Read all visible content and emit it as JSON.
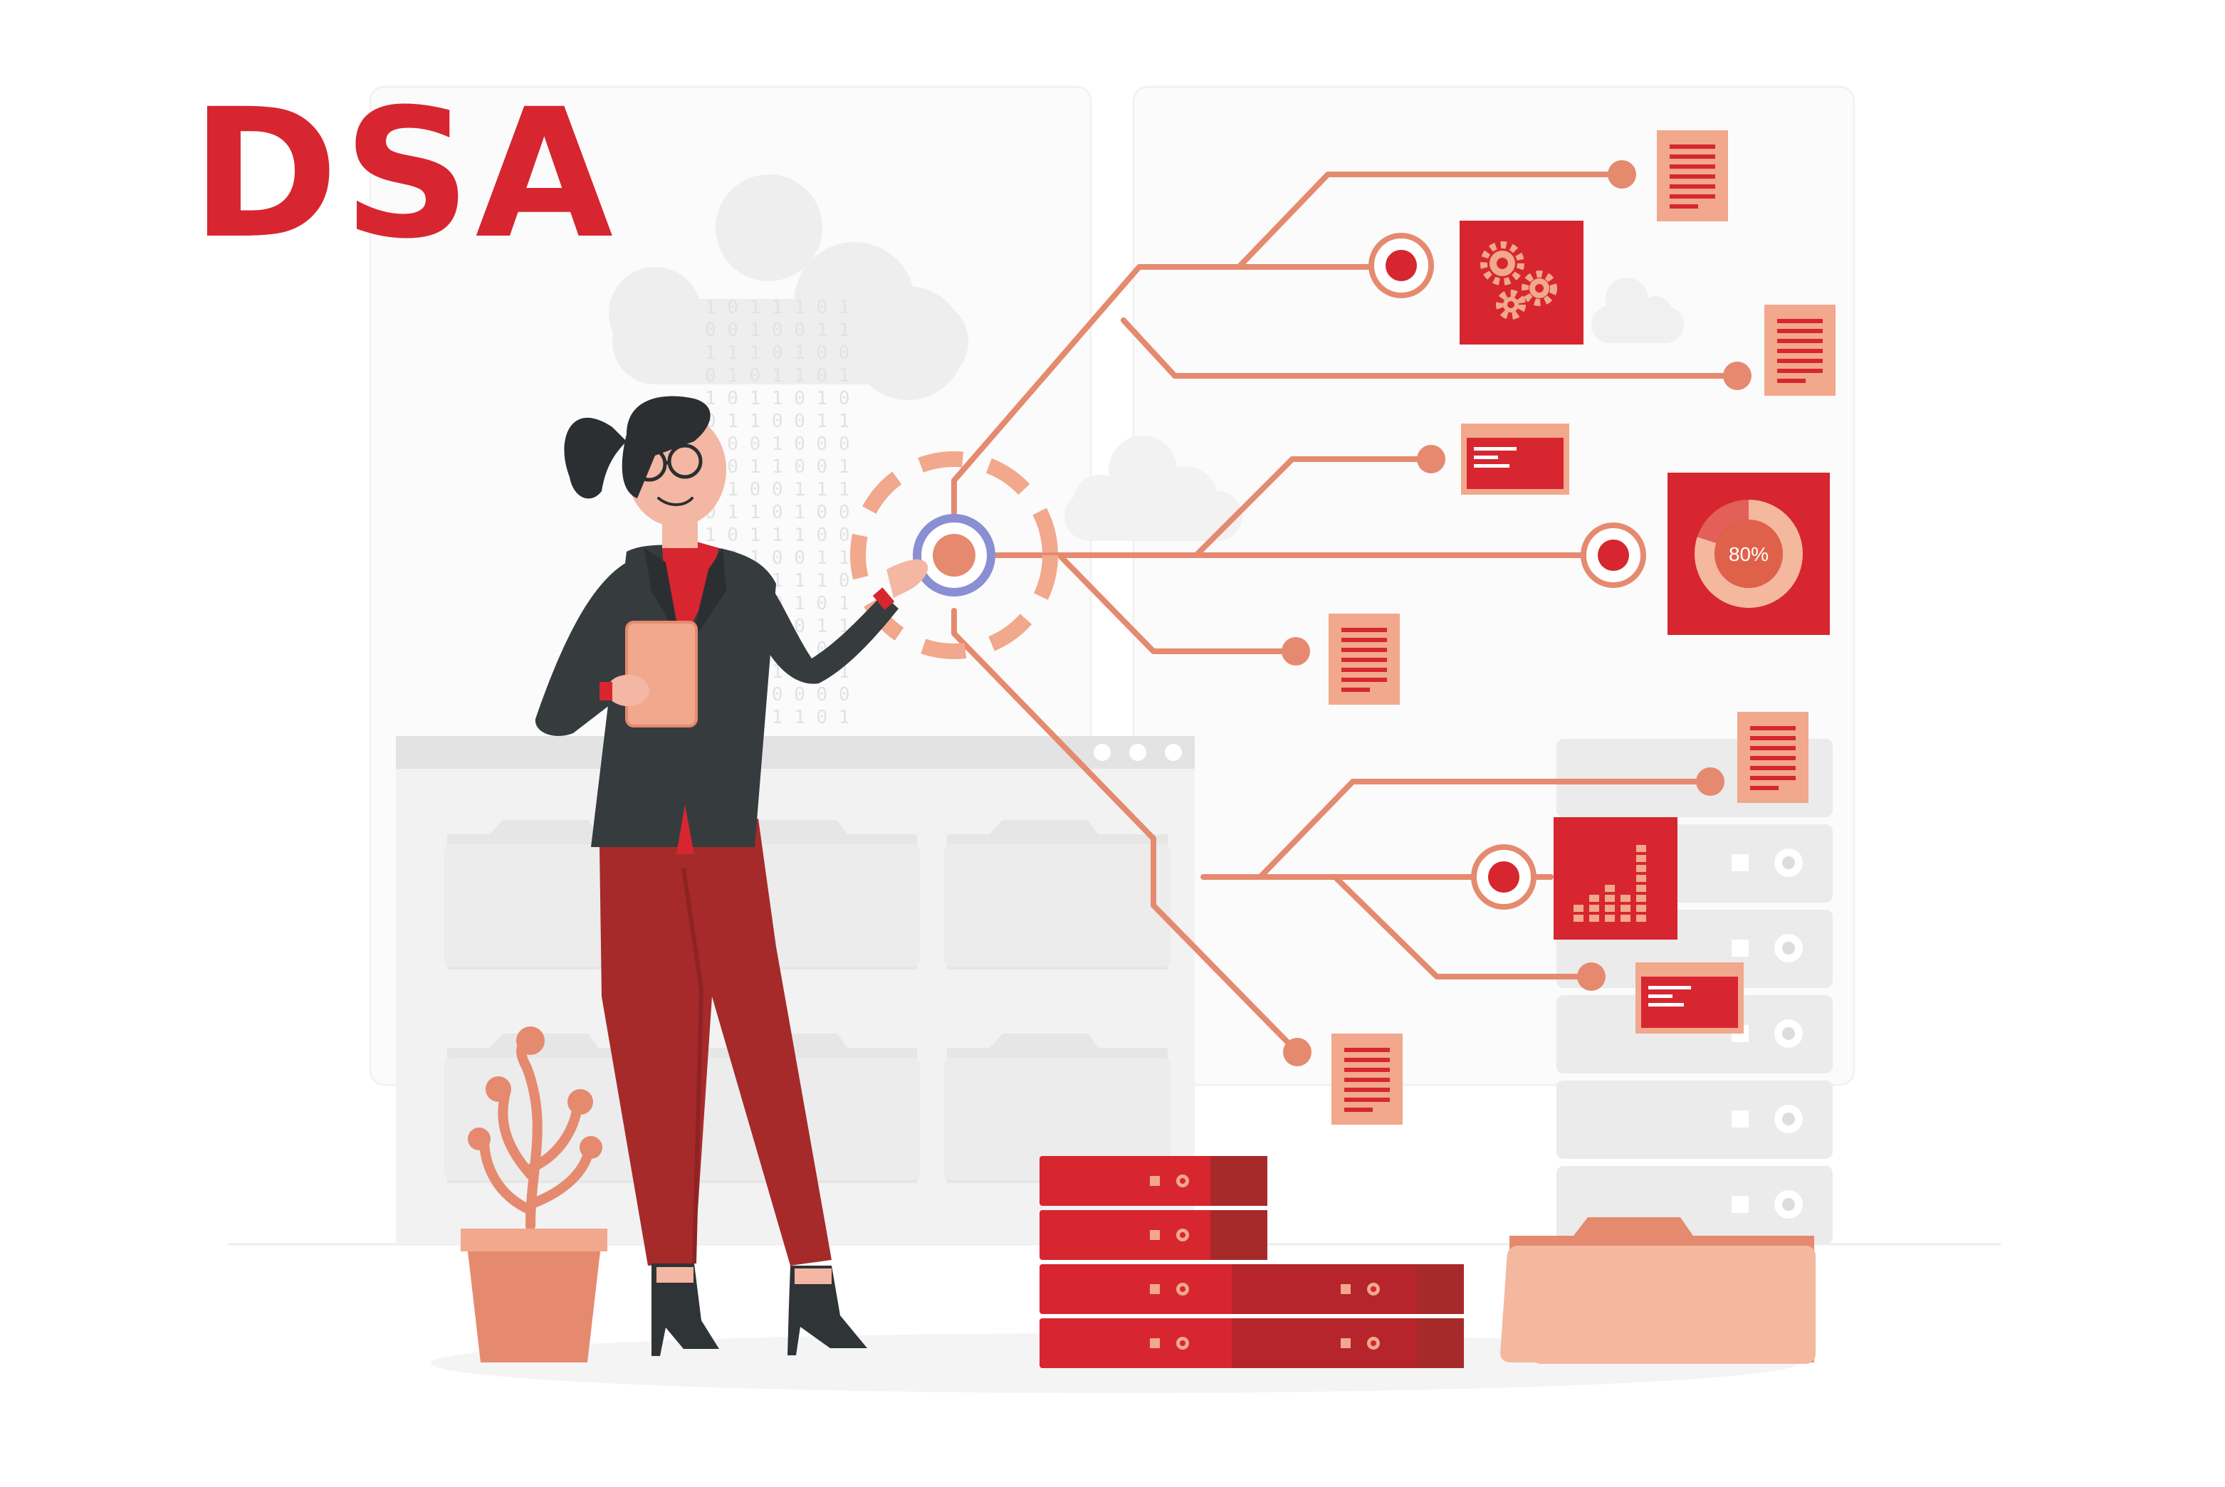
{
  "brand": {
    "title": "DSA"
  },
  "gauge": {
    "label": "80%",
    "value": 0.8
  },
  "colors": {
    "brand_red": "#d7262f",
    "dark_red": "#a62a2a",
    "pant_red": "#a62a2a",
    "coral": "#e58a6f",
    "peach": "#f1a88c",
    "light_peach": "#f4b89f",
    "gray_light": "#f1f1f1",
    "gray_mid": "#e4e4e4",
    "gray_dark": "#d8d8d8",
    "jacket": "#363b3e",
    "skin": "#f3b7a3",
    "ring_blue": "#8a8fd4"
  },
  "icons": {
    "gear": "gear-icon",
    "document": "document-icon",
    "bar_chart": "bar-chart-icon",
    "terminal": "terminal-window-icon",
    "cloud": "cloud-icon",
    "folder": "folder-icon",
    "server": "server-icon",
    "plant": "plant-icon"
  }
}
